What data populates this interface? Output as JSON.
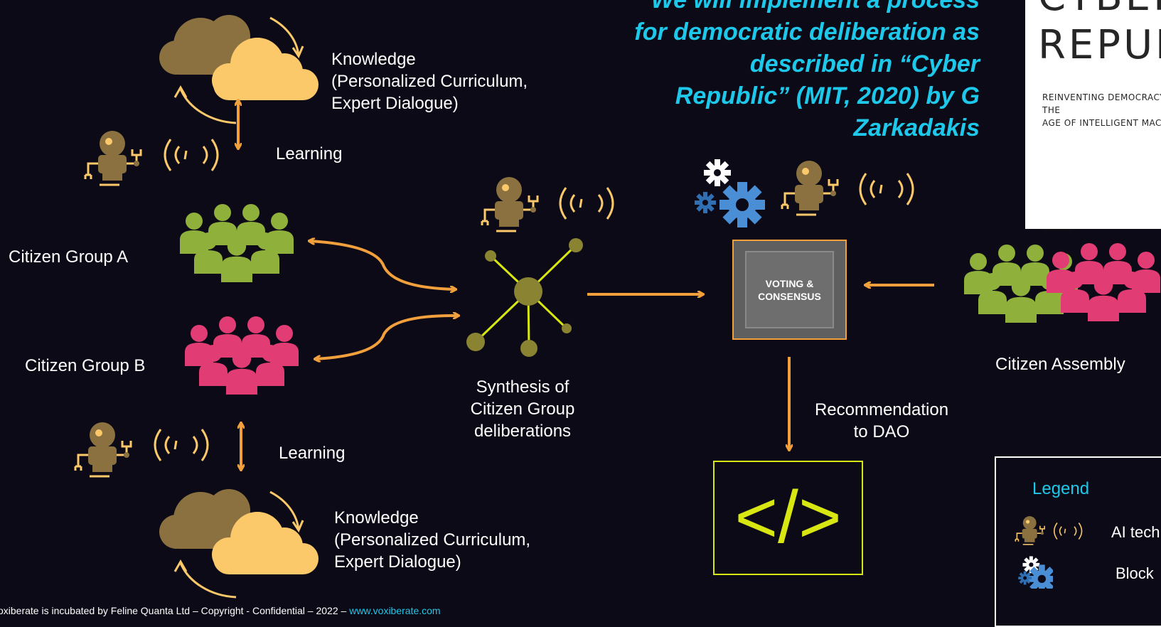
{
  "headline": "We will implement a process\nfor democratic deliberation as\ndescribed in “Cyber\nRepublic” (MIT, 2020) by G\nZarkadakis",
  "book": {
    "title": "CYBER\nREPUBLIC",
    "subtitle": "REINVENTING DEMOCRACY IN THE\nAGE OF INTELLIGENT MACHINES"
  },
  "nodes": {
    "knowledge_top": "Knowledge\n(Personalized Curriculum,\nExpert Dialogue)",
    "learning_top": "Learning",
    "citizen_group_a": "Citizen Group A",
    "citizen_group_b": "Citizen Group B",
    "learning_bottom": "Learning",
    "knowledge_bottom": "Knowledge\n(Personalized Curriculum,\nExpert Dialogue)",
    "synthesis": "Synthesis of\nCitizen Group\ndeliberations",
    "voting": "VOTING &\nCONSENSUS",
    "recommendation": "Recommendation\nto DAO",
    "code_symbol": "</>",
    "citizen_assembly": "Citizen Assembly"
  },
  "legend": {
    "title": "Legend",
    "items": [
      {
        "label": "AI tech",
        "icon": "robot-signal-icon"
      },
      {
        "label": "Block",
        "icon": "gears-icon"
      }
    ]
  },
  "footer": {
    "text": "oxiberate is incubated  by Feline Quanta Ltd – Copyright - Confidential – 2022 – ",
    "link": "www.voxiberate.com"
  },
  "colors": {
    "background": "#0c0a17",
    "accent_cyan": "#1ec8ea",
    "arrow_orange": "#f2a03c",
    "group_green": "#8fb03a",
    "group_pink": "#e23c74",
    "cloud_brown": "#8a713f",
    "cloud_yellow": "#fbc86a",
    "code_yellow": "#d8e612",
    "gear_blue": "#4a8ed6",
    "robot_brown": "#8a713f"
  }
}
